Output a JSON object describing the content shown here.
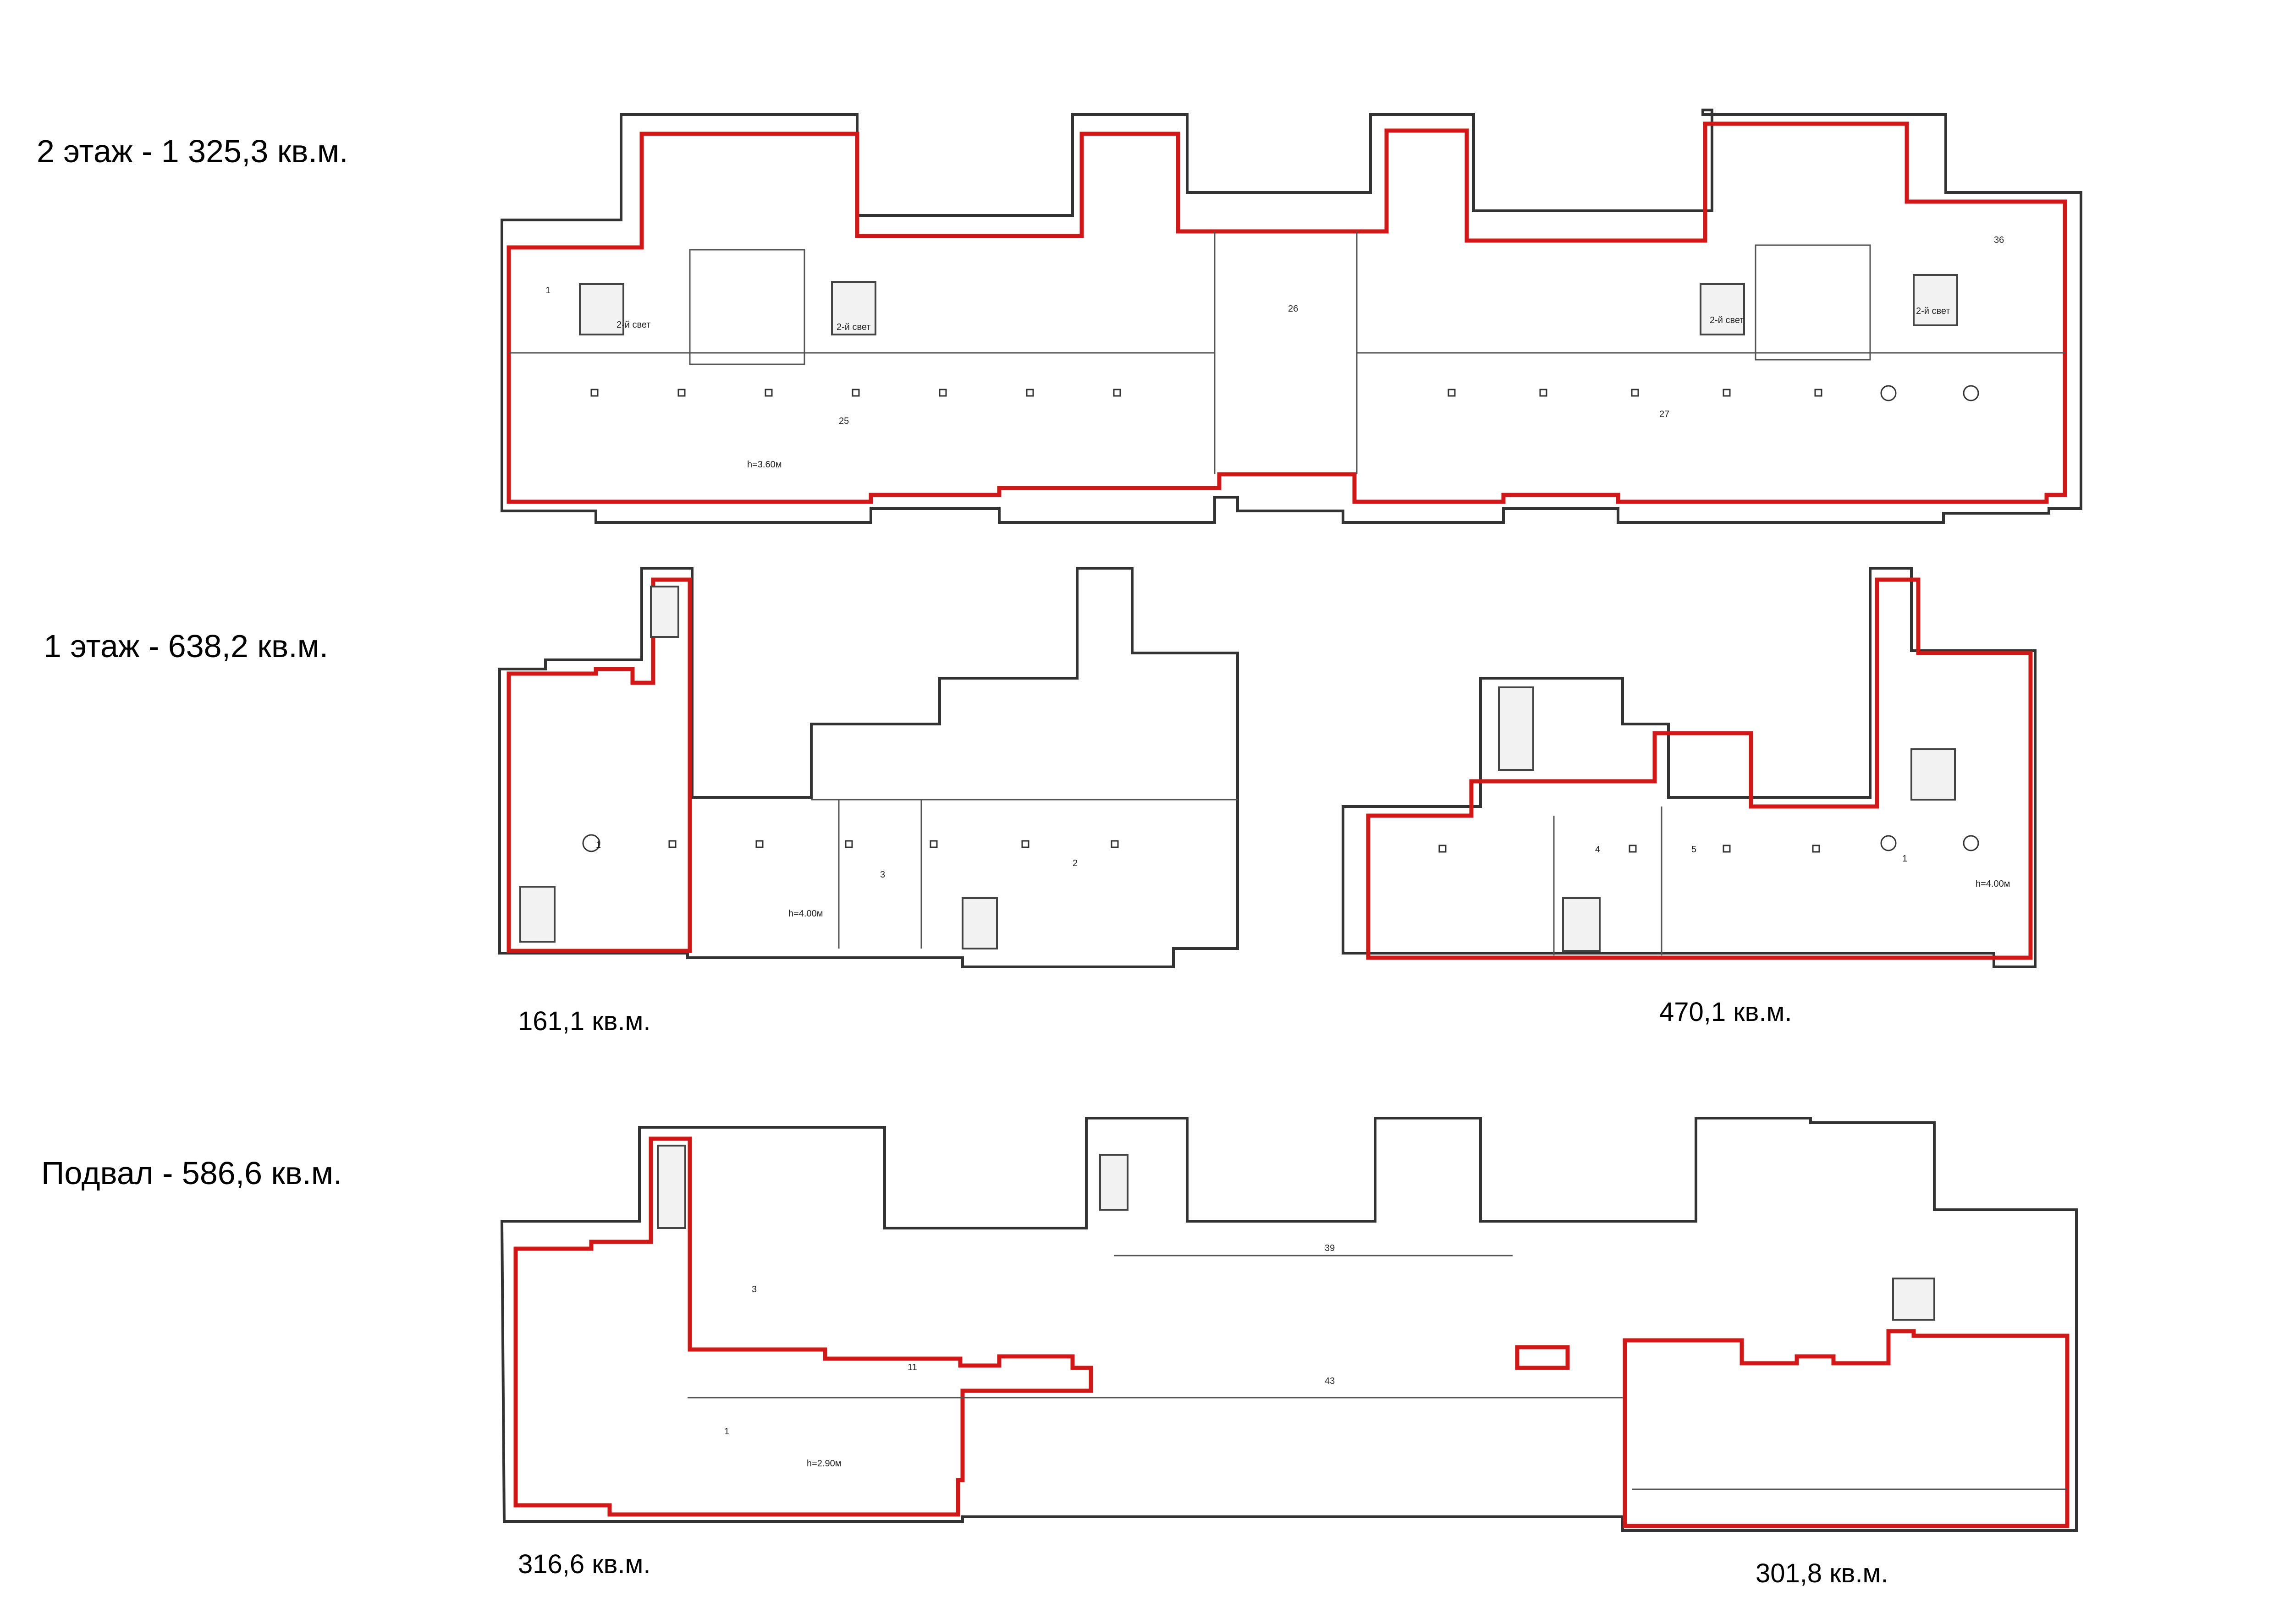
{
  "floors": {
    "second": {
      "label": "2 этаж - 1 325,3 кв.м."
    },
    "first": {
      "label": "1 этаж - 638,2 кв.м.",
      "area_left": "161,1 кв.м.",
      "area_right": "470,1 кв.м."
    },
    "basement": {
      "label": "Подвал -  586,6   кв.м.",
      "area_left": "316,6  кв.м.",
      "area_right": "301,8 кв.м."
    }
  },
  "legend": {
    "lease_outline_color": "#d01818",
    "wall_color": "#333333"
  },
  "room_labels": {
    "f2_a": "25",
    "f2_b": "26",
    "f2_c": "27",
    "f2_d": "1",
    "f2_e": "36",
    "f2_light1": "2-й свет",
    "f2_light2": "2-й свет",
    "f2_light3": "2-й свет",
    "f2_light4": "2-й свет",
    "f2_h": "h=3.60м",
    "f1_a": "1",
    "f1_b": "2",
    "f1_c": "3",
    "f1_d": "1",
    "f1_e": "5",
    "f1_f": "4",
    "f1_h1": "h=4.00м",
    "f1_h2": "h=4.00м",
    "b_a": "1",
    "b_b": "11",
    "b_c": "3",
    "b_d": "39",
    "b_e": "43",
    "b_f": "h=2.90м"
  }
}
